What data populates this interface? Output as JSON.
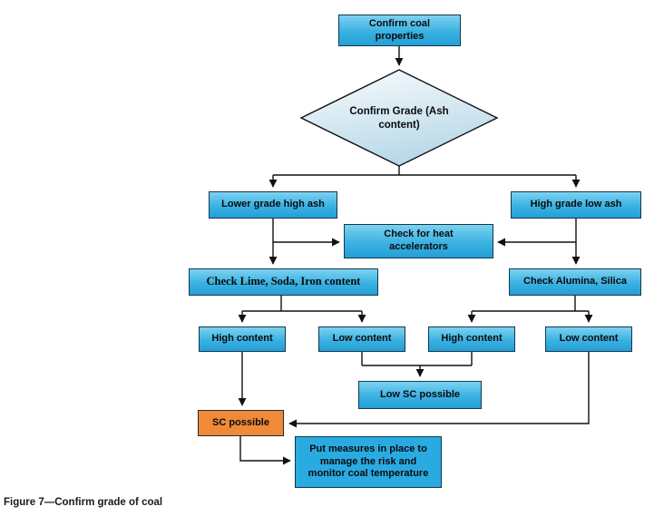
{
  "figure": {
    "caption": "Figure 7—Confirm grade of coal"
  },
  "flowchart": {
    "nodes": {
      "confirm_properties": {
        "label": "Confirm coal properties"
      },
      "confirm_grade": {
        "label": "Confirm Grade (Ash content)"
      },
      "lower_grade": {
        "label": "Lower grade high ash"
      },
      "high_grade": {
        "label": "High grade low ash"
      },
      "heat_accelerators": {
        "label": "Check for heat accelerators"
      },
      "check_lime": {
        "label": "Check Lime, Soda, Iron content"
      },
      "check_alumina": {
        "label": "Check Alumina, Silica"
      },
      "high_content_left": {
        "label": "High content"
      },
      "low_content_left": {
        "label": "Low content"
      },
      "high_content_right": {
        "label": "High content"
      },
      "low_content_right": {
        "label": "Low content"
      },
      "low_sc": {
        "label": "Low SC possible"
      },
      "sc_possible": {
        "label": "SC possible"
      },
      "put_measures": {
        "label": "Put measures in place to manage the risk and monitor coal temperature"
      }
    },
    "colors": {
      "node_fill_top": "#7dd2f1",
      "node_fill_mid": "#3ab1e2",
      "node_fill_bottom": "#249fd6",
      "node_border": "#14384e",
      "alert_fill": "#f08a38",
      "action_fill": "#29abe2",
      "decision_fill_light": "#fafdfe",
      "decision_fill_dark": "#b9d8e8",
      "connector": "#111111"
    }
  }
}
